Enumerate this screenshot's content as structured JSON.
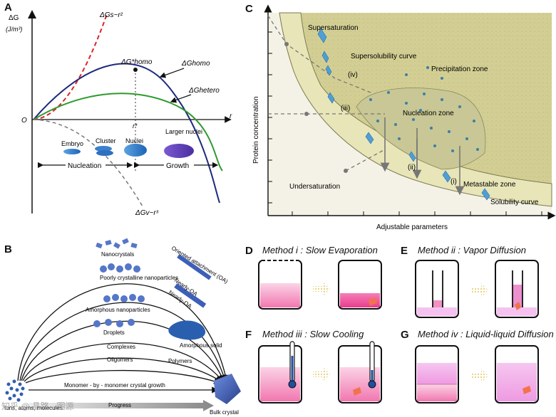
{
  "panels": {
    "a": "A",
    "b": "B",
    "c": "C",
    "d": "D",
    "e": "E",
    "f": "F",
    "g": "G"
  },
  "panel_a": {
    "y_axis": "ΔG",
    "y_unit": "(J/m³)",
    "origin": "O",
    "x_axis": "r",
    "curve_surface": "ΔGs~r²",
    "curve_volume": "ΔGv~r³",
    "peak_label": "ΔG*homo",
    "curve_homo": "ΔGhomo",
    "curve_hetero": "ΔGhetero",
    "critical_radius": "r*",
    "stages": [
      "Embryo",
      "Cluster",
      "Nuclei",
      "Larger nuclei"
    ],
    "phase_nucleation": "Nucleation",
    "phase_growth": "Growth"
  },
  "panel_b": {
    "pathways": [
      "Nanocrystals",
      "Poorly crystalline nanoparticles",
      "Amorphous nanoparticles",
      "Droplets",
      "Complexes",
      "Oligomers",
      "Monomer - by - monomer crystal growth"
    ],
    "right_labels": [
      "Oriented attachment (OA)",
      "Nearly-OA",
      "Nearly-OA",
      "Amorphous solid",
      "Polymers"
    ],
    "start": "Ions, atoms, molecules",
    "end": "Bulk crystal",
    "progress": "Progress"
  },
  "panel_c": {
    "y_axis": "Protein concentration",
    "x_axis": "Adjustable parameters",
    "zones": [
      "Supersaturation",
      "Supersolubility curve",
      "Precipitation zone",
      "Nucleation zone",
      "Undersaturation",
      "Metastable zone",
      "Solubility curve"
    ],
    "paths": [
      "(i)",
      "(ii)",
      "(iii)",
      "(iv)"
    ]
  },
  "methods": {
    "d": "Method i : Slow Evaporation",
    "e": "Method ii : Vapor Diffusion",
    "f": "Method iii : Slow Cooling",
    "g": "Method iv : Liquid-liquid Diffusion"
  },
  "watermark": "知乎 @ 晶路 · 图源",
  "colors": {
    "pink": "#f06fa7",
    "nucleation": "#1f2a7a",
    "hetero": "#2e9a2e",
    "surface": "#d8262a",
    "zone": "#dcd89c"
  }
}
